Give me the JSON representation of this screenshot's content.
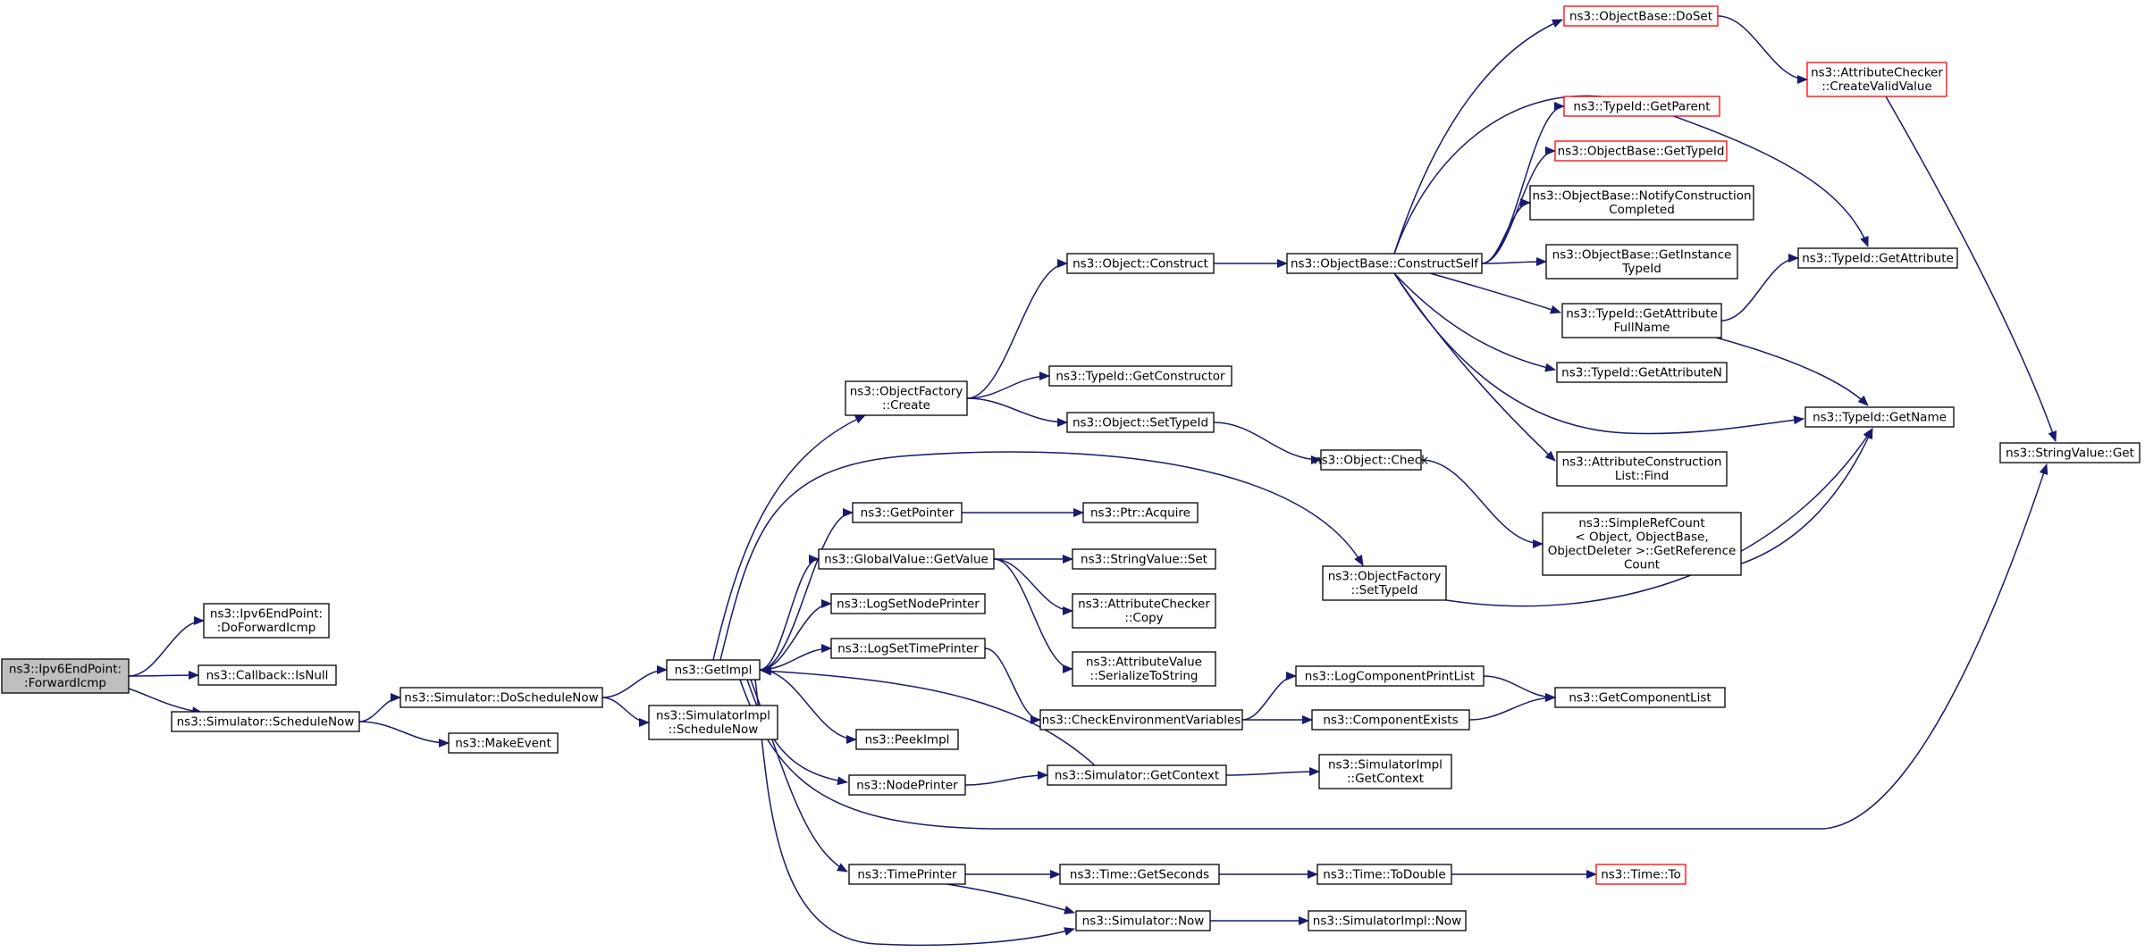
{
  "diagram": {
    "type": "call-graph",
    "colors": {
      "edge": "#191970",
      "node_border": "#000000",
      "truncated_border": "#ff0000",
      "root_fill": "#bfbfbf",
      "node_fill": "#ffffff"
    },
    "nodes": [
      {
        "id": "fwd",
        "lines": [
          "ns3::Ipv6EndPoint:",
          ":ForwardIcmp"
        ],
        "style": "root"
      },
      {
        "id": "dofwd",
        "lines": [
          "ns3::Ipv6EndPoint:",
          ":DoForwardIcmp"
        ]
      },
      {
        "id": "isnull",
        "lines": [
          "ns3::Callback::IsNull"
        ]
      },
      {
        "id": "schednow",
        "lines": [
          "ns3::Simulator::ScheduleNow"
        ]
      },
      {
        "id": "doschednow",
        "lines": [
          "ns3::Simulator::DoScheduleNow"
        ]
      },
      {
        "id": "makeevent",
        "lines": [
          "ns3::MakeEvent"
        ]
      },
      {
        "id": "getimpl",
        "lines": [
          "ns3::GetImpl"
        ]
      },
      {
        "id": "simimplsched",
        "lines": [
          "ns3::SimulatorImpl",
          "::ScheduleNow"
        ]
      },
      {
        "id": "objfactcreate",
        "lines": [
          "ns3::ObjectFactory",
          "::Create"
        ]
      },
      {
        "id": "getpointer",
        "lines": [
          "ns3::GetPointer"
        ]
      },
      {
        "id": "gvgetvalue",
        "lines": [
          "ns3::GlobalValue::GetValue"
        ]
      },
      {
        "id": "logsetnode",
        "lines": [
          "ns3::LogSetNodePrinter"
        ]
      },
      {
        "id": "logsettime",
        "lines": [
          "ns3::LogSetTimePrinter"
        ]
      },
      {
        "id": "peekimpl",
        "lines": [
          "ns3::PeekImpl"
        ]
      },
      {
        "id": "nodeprinter",
        "lines": [
          "ns3::NodePrinter"
        ]
      },
      {
        "id": "timeprinter",
        "lines": [
          "ns3::TimePrinter"
        ]
      },
      {
        "id": "objconstruct",
        "lines": [
          "ns3::Object::Construct"
        ]
      },
      {
        "id": "getconstructor",
        "lines": [
          "ns3::TypeId::GetConstructor"
        ]
      },
      {
        "id": "setobjtypeid",
        "lines": [
          "ns3::Object::SetTypeId"
        ]
      },
      {
        "id": "ptracquire",
        "lines": [
          "ns3::Ptr::Acquire"
        ]
      },
      {
        "id": "svset",
        "lines": [
          "ns3::StringValue::Set"
        ]
      },
      {
        "id": "accopy",
        "lines": [
          "ns3::AttributeChecker",
          "::Copy"
        ]
      },
      {
        "id": "avser",
        "lines": [
          "ns3::AttributeValue",
          "::SerializeToString"
        ]
      },
      {
        "id": "checkenv",
        "lines": [
          "ns3::CheckEnvironmentVariables"
        ]
      },
      {
        "id": "simgetctx",
        "lines": [
          "ns3::Simulator::GetContext"
        ]
      },
      {
        "id": "timegetsec",
        "lines": [
          "ns3::Time::GetSeconds"
        ]
      },
      {
        "id": "simnow",
        "lines": [
          "ns3::Simulator::Now"
        ]
      },
      {
        "id": "obconstructself",
        "lines": [
          "ns3::ObjectBase::ConstructSelf"
        ]
      },
      {
        "id": "objcheck",
        "lines": [
          "ns3::Object::Check"
        ]
      },
      {
        "id": "ofsettypeid",
        "lines": [
          "ns3::ObjectFactory",
          "::SetTypeId"
        ]
      },
      {
        "id": "logcompprint",
        "lines": [
          "ns3::LogComponentPrintList"
        ]
      },
      {
        "id": "compexists",
        "lines": [
          "ns3::ComponentExists"
        ]
      },
      {
        "id": "simimplctx",
        "lines": [
          "ns3::SimulatorImpl",
          "::GetContext"
        ]
      },
      {
        "id": "timetodouble",
        "lines": [
          "ns3::Time::ToDouble"
        ]
      },
      {
        "id": "simimplnow",
        "lines": [
          "ns3::SimulatorImpl::Now"
        ]
      },
      {
        "id": "obdoset",
        "lines": [
          "ns3::ObjectBase::DoSet"
        ],
        "style": "truncated"
      },
      {
        "id": "tgetparent",
        "lines": [
          "ns3::TypeId::GetParent"
        ],
        "style": "truncated"
      },
      {
        "id": "obgettypeid",
        "lines": [
          "ns3::ObjectBase::GetTypeId"
        ],
        "style": "truncated"
      },
      {
        "id": "obnotify",
        "lines": [
          "ns3::ObjectBase::NotifyConstruction",
          "Completed"
        ]
      },
      {
        "id": "obgetinst",
        "lines": [
          "ns3::ObjectBase::GetInstance",
          "TypeId"
        ]
      },
      {
        "id": "tgetattrfull",
        "lines": [
          "ns3::TypeId::GetAttribute",
          "FullName"
        ]
      },
      {
        "id": "tgetattrn",
        "lines": [
          "ns3::TypeId::GetAttributeN"
        ]
      },
      {
        "id": "acfind",
        "lines": [
          "ns3::AttributeConstruction",
          "List::Find"
        ]
      },
      {
        "id": "simplerefcount",
        "lines": [
          "ns3::SimpleRefCount",
          "< Object, ObjectBase,",
          "ObjectDeleter >::GetReference",
          "Count"
        ]
      },
      {
        "id": "getcomplist",
        "lines": [
          "ns3::GetComponentList"
        ]
      },
      {
        "id": "timeto",
        "lines": [
          "ns3::Time::To"
        ],
        "style": "truncated"
      },
      {
        "id": "accreate",
        "lines": [
          "ns3::AttributeChecker",
          "::CreateValidValue"
        ],
        "style": "truncated"
      },
      {
        "id": "tgetattr",
        "lines": [
          "ns3::TypeId::GetAttribute"
        ]
      },
      {
        "id": "tgetname",
        "lines": [
          "ns3::TypeId::GetName"
        ]
      },
      {
        "id": "svget",
        "lines": [
          "ns3::StringValue::Get"
        ]
      }
    ],
    "edges": [
      [
        "fwd",
        "dofwd"
      ],
      [
        "fwd",
        "isnull"
      ],
      [
        "fwd",
        "schednow"
      ],
      [
        "schednow",
        "doschednow"
      ],
      [
        "schednow",
        "makeevent"
      ],
      [
        "doschednow",
        "getimpl"
      ],
      [
        "doschednow",
        "simimplsched"
      ],
      [
        "getimpl",
        "objfactcreate"
      ],
      [
        "getimpl",
        "ofsettypeid"
      ],
      [
        "getimpl",
        "getpointer"
      ],
      [
        "getimpl",
        "gvgetvalue"
      ],
      [
        "getimpl",
        "logsetnode"
      ],
      [
        "getimpl",
        "logsettime"
      ],
      [
        "getimpl",
        "peekimpl"
      ],
      [
        "getimpl",
        "nodeprinter"
      ],
      [
        "getimpl",
        "svget"
      ],
      [
        "getimpl",
        "timeprinter"
      ],
      [
        "getimpl",
        "simnow"
      ],
      [
        "objfactcreate",
        "objconstruct"
      ],
      [
        "objfactcreate",
        "getconstructor"
      ],
      [
        "objfactcreate",
        "setobjtypeid"
      ],
      [
        "getpointer",
        "ptracquire"
      ],
      [
        "gvgetvalue",
        "svset"
      ],
      [
        "gvgetvalue",
        "accopy"
      ],
      [
        "gvgetvalue",
        "avser"
      ],
      [
        "logsettime",
        "checkenv"
      ],
      [
        "nodeprinter",
        "simgetctx"
      ],
      [
        "timeprinter",
        "timegetsec"
      ],
      [
        "timeprinter",
        "simnow"
      ],
      [
        "objconstruct",
        "obconstructself"
      ],
      [
        "setobjtypeid",
        "objcheck"
      ],
      [
        "checkenv",
        "logcompprint"
      ],
      [
        "checkenv",
        "compexists"
      ],
      [
        "simgetctx",
        "simimplctx"
      ],
      [
        "simgetctx",
        "getimpl"
      ],
      [
        "timegetsec",
        "timetodouble"
      ],
      [
        "simnow",
        "simimplnow"
      ],
      [
        "obconstructself",
        "obdoset"
      ],
      [
        "obconstructself",
        "tgetattr"
      ],
      [
        "obconstructself",
        "tgetparent"
      ],
      [
        "obconstructself",
        "obgettypeid"
      ],
      [
        "obconstructself",
        "obnotify"
      ],
      [
        "obconstructself",
        "obgetinst"
      ],
      [
        "obconstructself",
        "tgetattrfull"
      ],
      [
        "obconstructself",
        "tgetattrn"
      ],
      [
        "obconstructself",
        "tgetname"
      ],
      [
        "obconstructself",
        "acfind"
      ],
      [
        "objcheck",
        "simplerefcount"
      ],
      [
        "ofsettypeid",
        "tgetname"
      ],
      [
        "logcompprint",
        "getcomplist"
      ],
      [
        "compexists",
        "getcomplist"
      ],
      [
        "timetodouble",
        "timeto"
      ],
      [
        "simplerefcount",
        "tgetname"
      ],
      [
        "obdoset",
        "accreate"
      ],
      [
        "tgetattrfull",
        "tgetattr"
      ],
      [
        "tgetattrfull",
        "tgetname"
      ],
      [
        "accreate",
        "svget"
      ]
    ]
  }
}
